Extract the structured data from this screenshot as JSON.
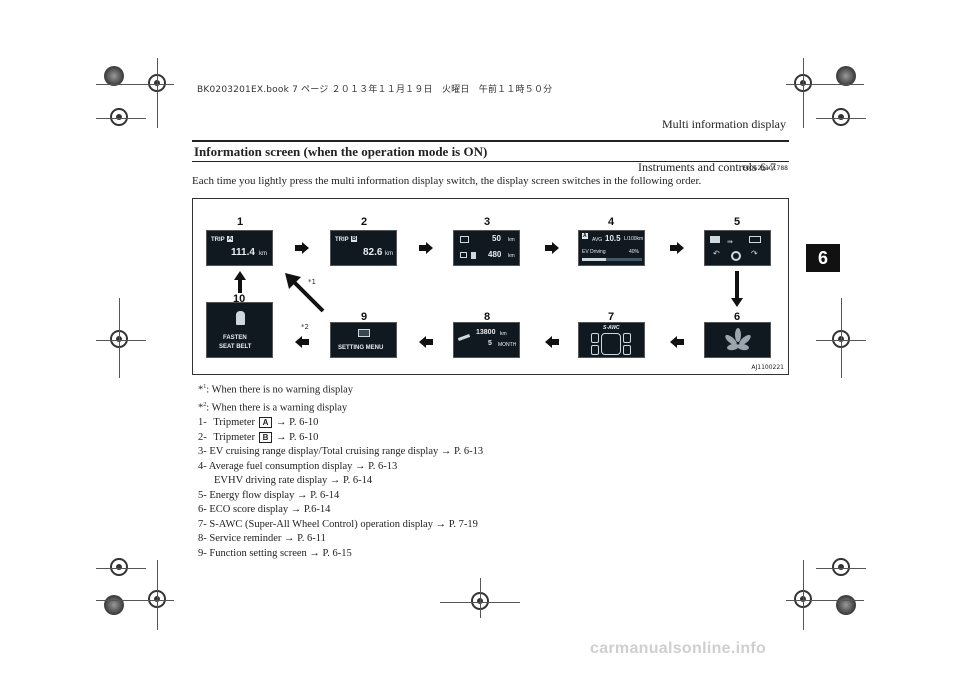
{
  "print_info": "BK0203201EX.book  7 ページ  ２０１３年１１月１９日　火曜日　午前１１時５０分",
  "header": {
    "title": "Multi information display",
    "section": "Instruments and controls",
    "page": "6-7"
  },
  "chapter_tab": "6",
  "heading": "Information screen (when the operation mode is ON)",
  "doc_code": "E00521101788",
  "intro": "Each time you lightly press the multi information display switch, the display screen switches in the following order.",
  "figure": {
    "numbers": [
      "1",
      "2",
      "3",
      "4",
      "5",
      "6",
      "7",
      "8",
      "9",
      "10"
    ],
    "asterisk1": "*1",
    "asterisk2": "*2",
    "code": "AJ1100221",
    "screens": {
      "s1_label": "TRIP",
      "s1_box": "A",
      "s1_value": "111.4",
      "s1_unit": "km",
      "s2_label": "TRIP",
      "s2_box": "B",
      "s2_value": "82.6",
      "s2_unit": "km",
      "s3_value1": "50",
      "s3_unit1": "km",
      "s3_value2": "480",
      "s3_unit2": "km",
      "s4_box": "A",
      "s4_label": "AVG",
      "s4_value": "10.5",
      "s4_unit": "L/100km",
      "s4_ev_label": "EV Driving",
      "s4_ev_pct": "40%",
      "s7_label": "S-AWC",
      "s8_value": "13800",
      "s8_unit": "km",
      "s8_months": "5",
      "s8_month_label": "MONTH",
      "s9_label": "SETTING MENU",
      "s10_line1": "FASTEN",
      "s10_line2": "SEAT BELT"
    }
  },
  "notes": [
    {
      "mark": "*",
      "sup": "1",
      "text": ": When there is no warning display"
    },
    {
      "mark": "*",
      "sup": "2",
      "text": ": When there is a warning display"
    }
  ],
  "items": {
    "i1_num": "1-",
    "i1_text": "Tripmeter",
    "i1_box": "A",
    "i1_ref": "→ P. 6-10",
    "i2_num": "2-",
    "i2_text": "Tripmeter",
    "i2_box": "B",
    "i2_ref": "→ P. 6-10",
    "i3": "3-  EV cruising range display/Total cruising range display → P. 6-13",
    "i4a": "4-  Average fuel consumption display → P. 6-13",
    "i4b": "EVHV driving rate display → P. 6-14",
    "i5": "5-  Energy flow display → P. 6-14",
    "i6": "6-  ECO score display → P.6-14",
    "i7": "7-  S-AWC (Super-All Wheel Control) operation display → P. 7-19",
    "i8": "8-  Service reminder → P. 6-11",
    "i9": "9-  Function setting screen → P. 6-15"
  },
  "watermark": "carmanualsonline.info",
  "colors": {
    "screen_bg": "#101820",
    "arrow": "#111111",
    "tab_bg": "#111111"
  }
}
